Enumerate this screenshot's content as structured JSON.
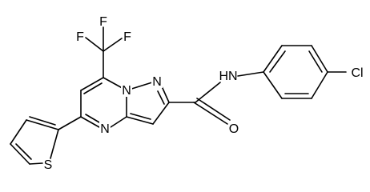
{
  "molecule": {
    "atoms": {
      "f1": "F",
      "f2": "F",
      "f3": "F",
      "n_bridge": "N",
      "n_pyrazole": "N",
      "n_pyrimidine": "N",
      "nh": "HN",
      "o": "O",
      "cl": "Cl",
      "s": "S"
    }
  }
}
